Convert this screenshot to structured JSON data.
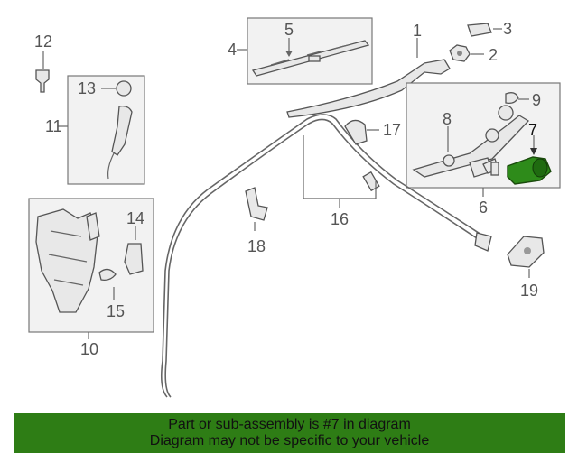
{
  "callouts": {
    "c1": "1",
    "c2": "2",
    "c3": "3",
    "c4": "4",
    "c5": "5",
    "c6": "6",
    "c7": "7",
    "c8": "8",
    "c9": "9",
    "c10": "10",
    "c11": "11",
    "c12": "12",
    "c13": "13",
    "c14": "14",
    "c15": "15",
    "c16": "16",
    "c17": "17",
    "c18": "18",
    "c19": "19"
  },
  "highlight": {
    "part": "7",
    "color": "#2e7d15"
  },
  "banner": {
    "line1": "Part or sub-assembly is #7 in diagram",
    "line2": "Diagram may not be specific to your vehicle",
    "background": "#2e7d15"
  }
}
